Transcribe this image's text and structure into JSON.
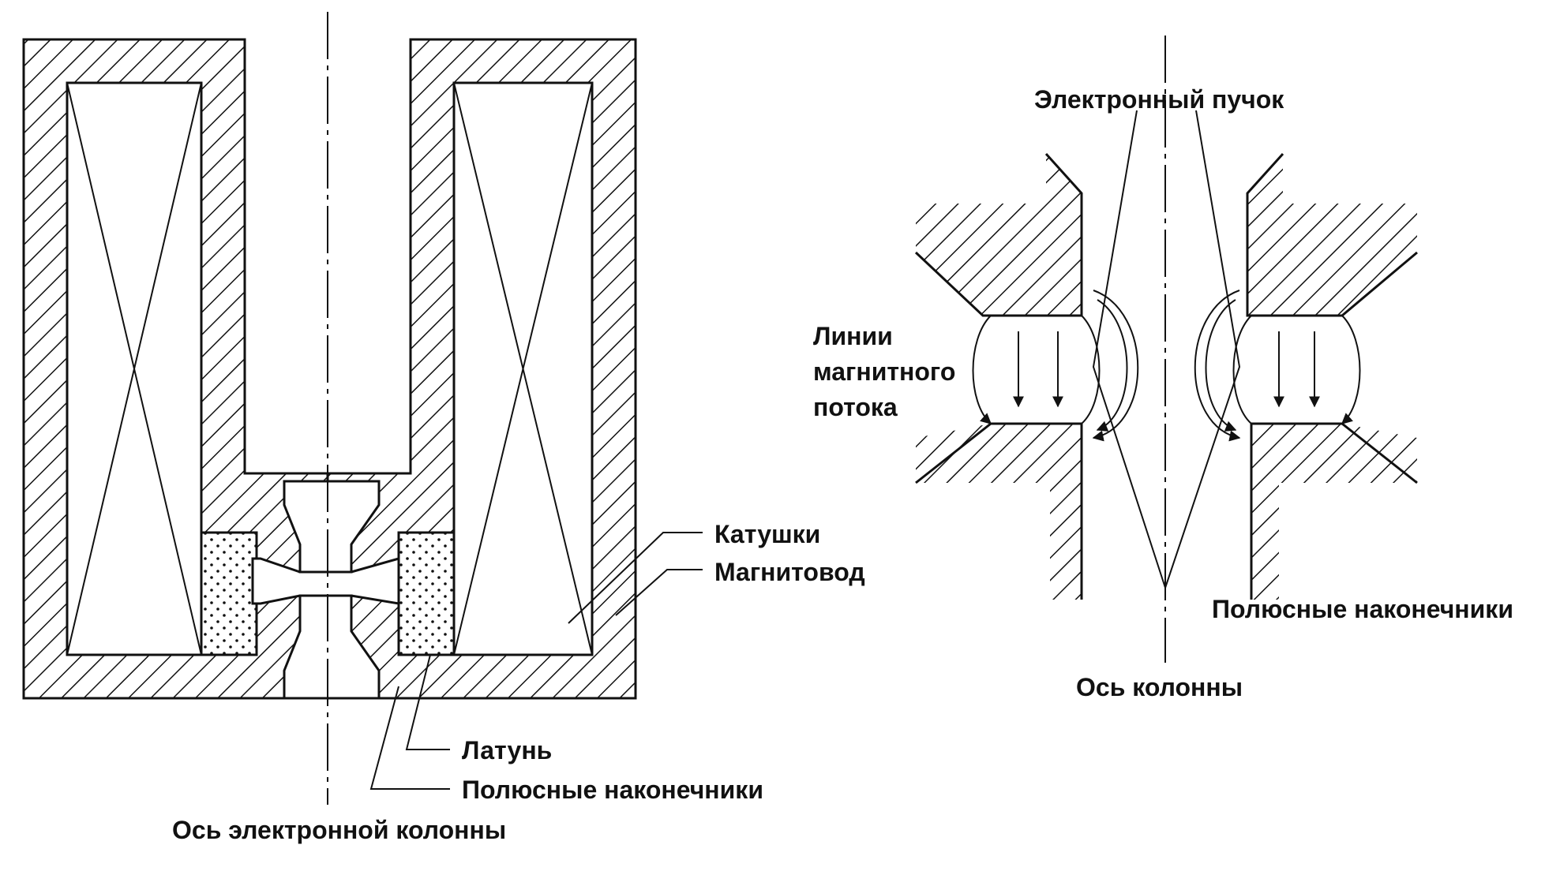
{
  "left_diagram": {
    "labels": {
      "coils": "Катушки",
      "yoke": "Магнитовод",
      "brass": "Латунь",
      "pole_pieces": "Полюсные наконечники",
      "axis": "Ось электронной колонны"
    }
  },
  "right_diagram": {
    "labels": {
      "beam": "Электронный пучок",
      "flux_lines": [
        "Линии",
        "магнитного",
        "потока"
      ],
      "pole_pieces": "Полюсные наконечники",
      "axis": "Ось колонны"
    }
  },
  "colors": {
    "ink": "#111111",
    "background": "#ffffff"
  }
}
